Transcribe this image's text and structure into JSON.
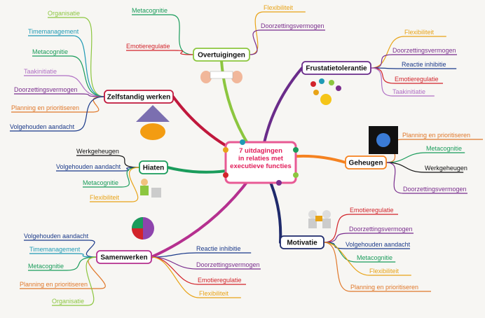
{
  "center": {
    "lines": [
      "7 uitdagingen",
      "in relaties met",
      "executieve functies"
    ]
  },
  "branches": [
    {
      "id": "overtuigingen",
      "title": "Overtuigingen",
      "color": "#8cc63f",
      "items": [
        {
          "text": "Metacognitie",
          "color": "#1a9c5b"
        },
        {
          "text": "Emotieregulatie",
          "color": "#d2232a"
        },
        {
          "text": "Flexibiliteit",
          "color": "#e8a317"
        },
        {
          "text": "Doorzettingsvermogen",
          "color": "#7a2e8e"
        }
      ]
    },
    {
      "id": "frustratietolerantie",
      "title": "Frustatietolerantie",
      "color": "#6a2c8a",
      "items": [
        {
          "text": "Flexibiliteit",
          "color": "#e8a317"
        },
        {
          "text": "Doorzettingsvermogen",
          "color": "#7a2e8e"
        },
        {
          "text": "Reactie inhibitie",
          "color": "#1b3a8a"
        },
        {
          "text": "Emotieregulatie",
          "color": "#d2232a"
        },
        {
          "text": "Taakinitiatie",
          "color": "#b06fc4"
        }
      ]
    },
    {
      "id": "geheugen",
      "title": "Geheugen",
      "color": "#f58220",
      "items": [
        {
          "text": "Planning en prioritiseren",
          "color": "#e0782a"
        },
        {
          "text": "Metacognitie",
          "color": "#1a9c5b"
        },
        {
          "text": "Werkgeheugen",
          "color": "#111111"
        },
        {
          "text": "Doorzettingsvermogen",
          "color": "#7a2e8e"
        }
      ]
    },
    {
      "id": "motivatie",
      "title": "Motivatie",
      "color": "#1f2a6b",
      "items": [
        {
          "text": "Emotieregulatie",
          "color": "#d2232a"
        },
        {
          "text": "Doorzettingsvermogen",
          "color": "#7a2e8e"
        },
        {
          "text": "Volgehouden aandacht",
          "color": "#1b3a8a"
        },
        {
          "text": "Metacognitie",
          "color": "#1a9c5b"
        },
        {
          "text": "Flexibiliteit",
          "color": "#e8a317"
        },
        {
          "text": "Planning en prioritiseren",
          "color": "#e0782a"
        }
      ]
    },
    {
      "id": "samenwerken",
      "title": "Samenwerken",
      "color": "#b5308f",
      "items": [
        {
          "text": "Volgehouden aandacht",
          "color": "#1b3a8a"
        },
        {
          "text": "Timemanagement",
          "color": "#1f9ab5"
        },
        {
          "text": "Metacognitie",
          "color": "#1a9c5b"
        },
        {
          "text": "Planning en prioritiseren",
          "color": "#e0782a"
        },
        {
          "text": "Organisatie",
          "color": "#8cc63f"
        },
        {
          "text": "Reactie inhibitie",
          "color": "#1b3a8a"
        },
        {
          "text": "Doorzettingsvermogen",
          "color": "#7a2e8e"
        },
        {
          "text": "Emotieregulatie",
          "color": "#d2232a"
        },
        {
          "text": "Flexibiliteit",
          "color": "#e8a317"
        }
      ]
    },
    {
      "id": "hiaten",
      "title": "Hiaten",
      "color": "#1a9c5b",
      "items": [
        {
          "text": "Werkgeheugen",
          "color": "#111111"
        },
        {
          "text": "Volgehouden aandacht",
          "color": "#1b3a8a"
        },
        {
          "text": "Metacognitie",
          "color": "#1a9c5b"
        },
        {
          "text": "Flexibiliteit",
          "color": "#e8a317"
        }
      ]
    },
    {
      "id": "zelfstandig",
      "title": "Zelfstandig werken",
      "color": "#c0183c",
      "items": [
        {
          "text": "Organisatie",
          "color": "#8cc63f"
        },
        {
          "text": "Timemanagement",
          "color": "#1f9ab5"
        },
        {
          "text": "Metacognitie",
          "color": "#1a9c5b"
        },
        {
          "text": "Taakinitiatie",
          "color": "#b06fc4"
        },
        {
          "text": "Doorzettingsvermogen",
          "color": "#7a2e8e"
        },
        {
          "text": "Planning en prioritiseren",
          "color": "#e0782a"
        },
        {
          "text": "Volgehouden aandacht",
          "color": "#1b3a8a"
        }
      ]
    }
  ]
}
